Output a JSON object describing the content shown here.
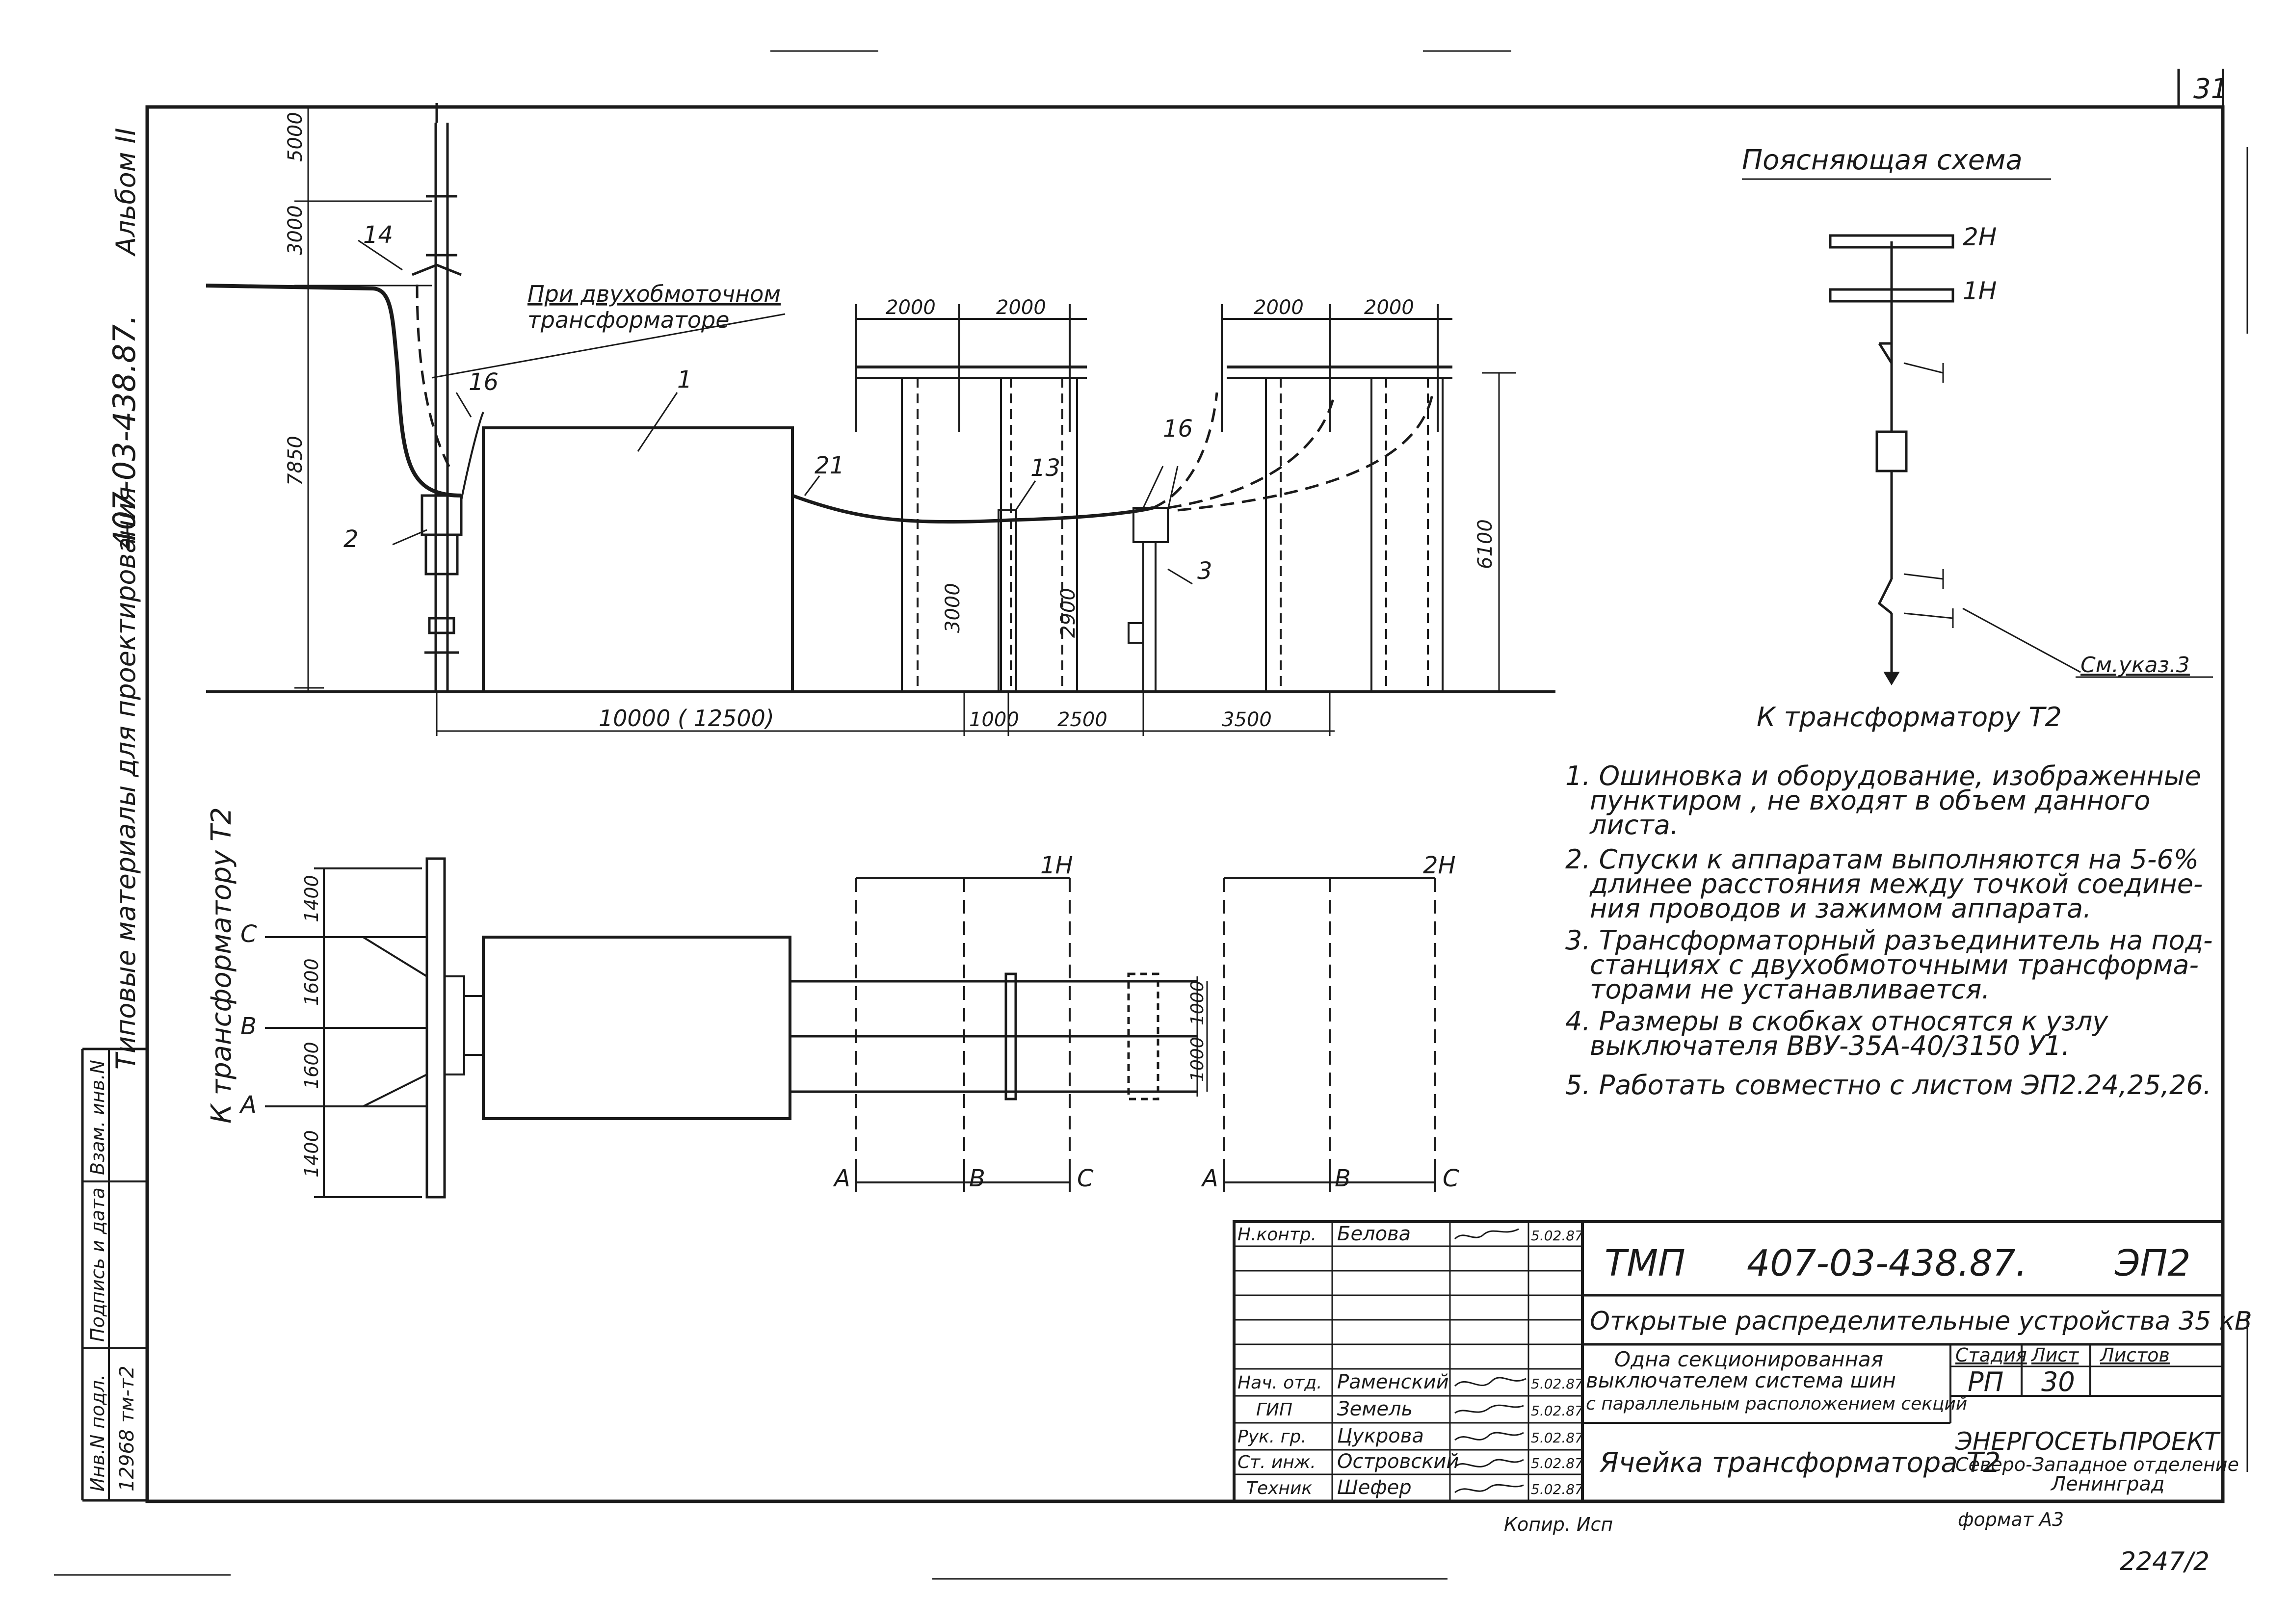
{
  "sheet_number": "31",
  "side_margin": {
    "album_label": "Альбом II",
    "project_code": "407-03-438.87.",
    "series_label": "Типовые материалы для проектирования"
  },
  "left_stamp": {
    "headers": [
      "Инв.N подл.",
      "Подпись и дата",
      "Взам. инв.N"
    ],
    "values": [
      "12968 тм-т2",
      "",
      ""
    ]
  },
  "elevation": {
    "callouts": [
      "14",
      "16",
      "1",
      "2",
      "21",
      "13",
      "16",
      "3"
    ],
    "note_two_winding": [
      "При двухобмоточном",
      "трансформаторе"
    ],
    "dims_vertical": [
      "5000",
      "3000",
      "7850",
      "3000",
      "2900",
      "6100"
    ],
    "dims_top": [
      "2000",
      "2000",
      "2000",
      "2000"
    ],
    "dims_bottom": [
      "10000 ( 12500)",
      "1000",
      "2500",
      "3500"
    ]
  },
  "plan": {
    "side_label": "К трансформатору Т2",
    "phases": [
      "С",
      "В",
      "А"
    ],
    "dims_left": [
      "1400",
      "1600",
      "1600",
      "1400"
    ],
    "dims_right": [
      "1000",
      "1000"
    ],
    "bus_labels": [
      "1Н",
      "2Н"
    ],
    "row_labels_1": [
      "А",
      "В",
      "С"
    ],
    "row_labels_2": [
      "А",
      "В",
      "С"
    ]
  },
  "schematic": {
    "title": "Поясняющая схема",
    "bus_labels": [
      "2Н",
      "1Н"
    ],
    "ref": "См.указ.3",
    "caption": "К трансформатору Т2"
  },
  "notes": [
    {
      "lines": [
        "1. Ошиновка и оборудование, изображенные",
        "пунктиром , не входят в объем данного",
        "листа."
      ]
    },
    {
      "lines": [
        "2. Спуски к аппаратам выполняются на 5-6%",
        "длинее расстояния между точкой соедине-",
        "ния проводов и зажимом аппарата."
      ]
    },
    {
      "lines": [
        "3. Трансформаторный разъединитель на под-",
        "станциях с двухобмоточными трансформа-",
        "торами не устанавливается."
      ]
    },
    {
      "lines": [
        "4. Размеры в скобках относятся к узлу",
        "выключателя ВВУ-35А-40/3150 У1."
      ]
    },
    {
      "lines": [
        "5. Работать совместно с листом ЭП2.24,25,26."
      ]
    }
  ],
  "title_block": {
    "code_prefix": "ТМП",
    "code": "407-03-438.87.",
    "sheet_code": "ЭП2",
    "subtitle": "Открытые распределительные устройства 35 кВ",
    "description": [
      "Одна секционированная",
      "выключателем система шин",
      "с параллельным расположением секций"
    ],
    "drawing_name": "Ячейка трансформатора Т2",
    "stage_header": "Стадия",
    "sheet_header": "Лист",
    "sheets_header": "Листов",
    "stage": "РП",
    "sheet": "30",
    "sheets": "",
    "org": [
      "ЭНЕРГОСЕТЬПРОЕКТ",
      "Северо-Западное отделение",
      "Ленинград"
    ],
    "signatures": [
      {
        "role": "Н.контр.",
        "name": "Белова",
        "date": "5.02.87"
      },
      {
        "role": "Нач. отд.",
        "name": "Раменский",
        "date": "5.02.87"
      },
      {
        "role": "ГИП",
        "name": "Земель",
        "date": "5.02.87"
      },
      {
        "role": "Рук. гр.",
        "name": "Цукрова",
        "date": "5.02.87"
      },
      {
        "role": "Ст. инж.",
        "name": "Островский",
        "date": "5.02.87"
      },
      {
        "role": "Техник",
        "name": "Шефер",
        "date": "5.02.87"
      }
    ]
  },
  "footer": {
    "copied": "Копир. Исп",
    "format": "формат А3",
    "inventory": "2247/2"
  }
}
